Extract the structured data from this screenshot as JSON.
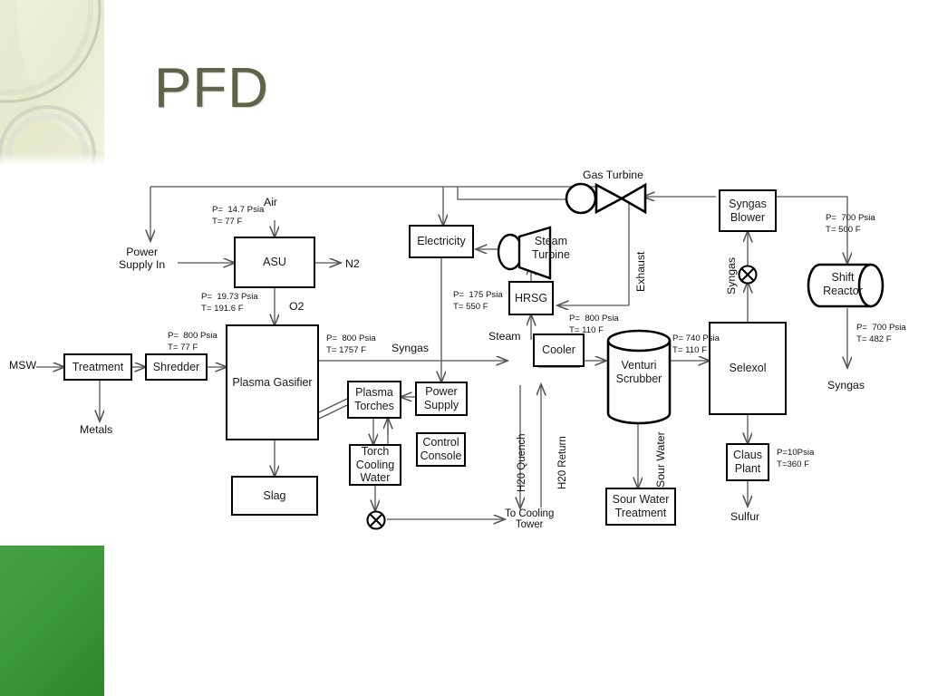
{
  "slide": {
    "title": "PFD",
    "title_color": "#5f6347",
    "accent_green": "#3b9a3b",
    "background": "#ffffff"
  },
  "diagram": {
    "type": "process-flow-diagram",
    "blocks": [
      {
        "id": "treatment",
        "label": "Treatment",
        "shape": "rect"
      },
      {
        "id": "shredder",
        "label": "Shredder",
        "shape": "rect"
      },
      {
        "id": "asu",
        "label": "ASU",
        "shape": "rect"
      },
      {
        "id": "plasma-gasifier",
        "label": "Plasma Gasifier",
        "shape": "rect"
      },
      {
        "id": "slag",
        "label": "Slag",
        "shape": "rect"
      },
      {
        "id": "plasma-torches",
        "label": "Plasma\nTorches",
        "shape": "rect"
      },
      {
        "id": "power-supply",
        "label": "Power\nSupply",
        "shape": "rect"
      },
      {
        "id": "control-console",
        "label": "Control\nConsole",
        "shape": "rect"
      },
      {
        "id": "torch-cooling-water",
        "label": "Torch\nCooling\nWater",
        "shape": "rect"
      },
      {
        "id": "electricity",
        "label": "Electricity",
        "shape": "rect"
      },
      {
        "id": "steam-turbine",
        "label": "Steam\nTurbine",
        "shape": "turbine"
      },
      {
        "id": "gas-turbine",
        "label": "Gas Turbine",
        "shape": "turbine-bowtie"
      },
      {
        "id": "hrsg",
        "label": "HRSG",
        "shape": "rect"
      },
      {
        "id": "cooler",
        "label": "Cooler",
        "shape": "rect"
      },
      {
        "id": "venturi-scrubber",
        "label": "Venturi\nScrubber",
        "shape": "cylinder-v"
      },
      {
        "id": "sour-water-treatment",
        "label": "Sour Water\nTreatment",
        "shape": "rect"
      },
      {
        "id": "selexol",
        "label": "Selexol",
        "shape": "rect"
      },
      {
        "id": "claus-plant",
        "label": "Claus\nPlant",
        "shape": "rect"
      },
      {
        "id": "syngas-blower",
        "label": "Syngas\nBlower",
        "shape": "rect"
      },
      {
        "id": "shift-reactor",
        "label": "Shift\nReactor",
        "shape": "cylinder-h"
      }
    ],
    "stream_labels": [
      {
        "id": "msw",
        "text": "MSW"
      },
      {
        "id": "metals",
        "text": "Metals"
      },
      {
        "id": "air",
        "text": "Air"
      },
      {
        "id": "n2",
        "text": "N2"
      },
      {
        "id": "o2",
        "text": "O2"
      },
      {
        "id": "power-supply-in",
        "text": "Power\nSupply In"
      },
      {
        "id": "syngas-main",
        "text": "Syngas"
      },
      {
        "id": "steam",
        "text": "Steam"
      },
      {
        "id": "exhaust",
        "text": "Exhaust"
      },
      {
        "id": "syngas-blower-in",
        "text": "Syngas"
      },
      {
        "id": "sour-water",
        "text": "Sour Water"
      },
      {
        "id": "sulfur",
        "text": "Sulfur"
      },
      {
        "id": "syngas-product",
        "text": "Syngas"
      },
      {
        "id": "h2o-quench",
        "text": "H20 Quench"
      },
      {
        "id": "h2o-return",
        "text": "H20 Return"
      },
      {
        "id": "to-cooling-tower",
        "text": "To Cooling\nTower"
      }
    ],
    "conditions": [
      {
        "id": "air-in",
        "text": "P=  14.7 Psia\nT= 77 F",
        "pressure_psia": 14.7,
        "temperature_f": 77
      },
      {
        "id": "o2-line",
        "text": "P=  19.73 Psia\nT= 191.6 F",
        "pressure_psia": 19.73,
        "temperature_f": 191.6
      },
      {
        "id": "shredder-out",
        "text": "P=  800 Psia\nT= 77 F",
        "pressure_psia": 800,
        "temperature_f": 77
      },
      {
        "id": "gasifier-out",
        "text": "P=  800 Psia\nT= 1757 F",
        "pressure_psia": 800,
        "temperature_f": 1757
      },
      {
        "id": "steam-line",
        "text": "P=  175 Psia\nT= 550 F",
        "pressure_psia": 175,
        "temperature_f": 550
      },
      {
        "id": "cooler-out",
        "text": "P=  800 Psia\nT= 110 F",
        "pressure_psia": 800,
        "temperature_f": 110
      },
      {
        "id": "scrubber-out",
        "text": "P= 740 Psia\nT= 110 F",
        "pressure_psia": 740,
        "temperature_f": 110
      },
      {
        "id": "blower-out",
        "text": "P=  700 Psia\nT= 500 F",
        "pressure_psia": 700,
        "temperature_f": 500
      },
      {
        "id": "shift-out",
        "text": "P=  700 Psia\nT= 482 F",
        "pressure_psia": 700,
        "temperature_f": 482
      },
      {
        "id": "claus-cond",
        "text": "P=10Psia\nT=360 F",
        "pressure_psia": 10,
        "temperature_f": 360
      }
    ]
  }
}
